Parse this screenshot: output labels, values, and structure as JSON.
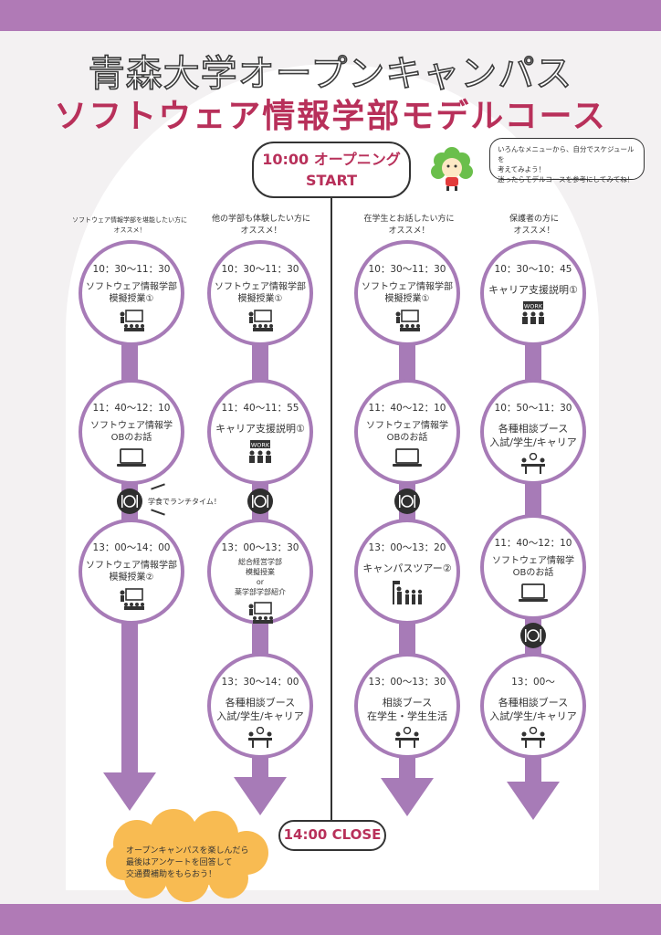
{
  "title_main": "青森大学オープンキャンパス",
  "title_sub": "ソフトウェア情報学部モデルコース",
  "opening": {
    "time": "10:00 オープニング",
    "label": "START"
  },
  "closing": "14:00 CLOSE",
  "speech": [
    "いろんなメニューから、自分でスケジュールを",
    "考えてみよう！",
    "迷ったらモデルコースを参考にしてみてね！"
  ],
  "lunch_note": "学食でランチタイム！",
  "cloud_text": [
    "オープンキャンパスを楽しんだら",
    "最後はアンケートを回答して",
    "交通費補助をもらおう！"
  ],
  "columns": [
    {
      "intro": [
        "ソフトウェア情報学部を堪能したい方に",
        "オススメ！"
      ],
      "events": [
        {
          "time": "10：30〜11：30",
          "lines": [
            "ソフトウェア情報学部",
            "模擬授業①"
          ]
        },
        {
          "time": "11：40〜12：10",
          "lines": [
            "ソフトウェア情報学",
            "OBのお話"
          ]
        },
        {
          "time": "13：00〜14：00",
          "lines": [
            "ソフトウェア情報学部",
            "模擬授業②"
          ]
        }
      ]
    },
    {
      "intro": [
        "他の学部も体験したい方に",
        "オススメ！"
      ],
      "events": [
        {
          "time": "10：30〜11：30",
          "lines": [
            "ソフトウェア情報学部",
            "模擬授業①"
          ]
        },
        {
          "time": "11：40〜11：55",
          "lines": [
            "キャリア支援説明①"
          ]
        },
        {
          "time": "13：00〜13：30",
          "lines": [
            "総合経営学部",
            "模擬授業",
            "or",
            "薬学部学部紹介"
          ]
        },
        {
          "time": "13：30〜14：00",
          "lines": [
            "各種相談ブース",
            "入試/学生/キャリア"
          ]
        }
      ]
    },
    {
      "intro": [
        "在学生とお話したい方に",
        "オススメ！"
      ],
      "events": [
        {
          "time": "10：30〜11：30",
          "lines": [
            "ソフトウェア情報学部",
            "模擬授業①"
          ]
        },
        {
          "time": "11：40〜12：10",
          "lines": [
            "ソフトウェア情報学",
            "OBのお話"
          ]
        },
        {
          "time": "13：00〜13：20",
          "lines": [
            "キャンパスツアー②"
          ]
        },
        {
          "time": "13：00〜13：30",
          "lines": [
            "相談ブース",
            "在学生・学生生活"
          ]
        }
      ]
    },
    {
      "intro": [
        "保護者の方に",
        "オススメ！"
      ],
      "events": [
        {
          "time": "10：30〜10：45",
          "lines": [
            "キャリア支援説明①"
          ]
        },
        {
          "time": "10：50〜11：30",
          "lines": [
            "各種相談ブース",
            "入試/学生/キャリア"
          ]
        },
        {
          "time": "11：40〜12：10",
          "lines": [
            "ソフトウェア情報学",
            "OBのお話"
          ]
        },
        {
          "time": "13：00〜",
          "lines": [
            "各種相談ブース",
            "入試/学生/キャリア"
          ]
        }
      ]
    }
  ],
  "work_label": "WORK",
  "colors": {
    "purple": "#a77bb7",
    "band": "#b07ab6",
    "crimson": "#b8305a",
    "cloud": "#f8bb52"
  }
}
